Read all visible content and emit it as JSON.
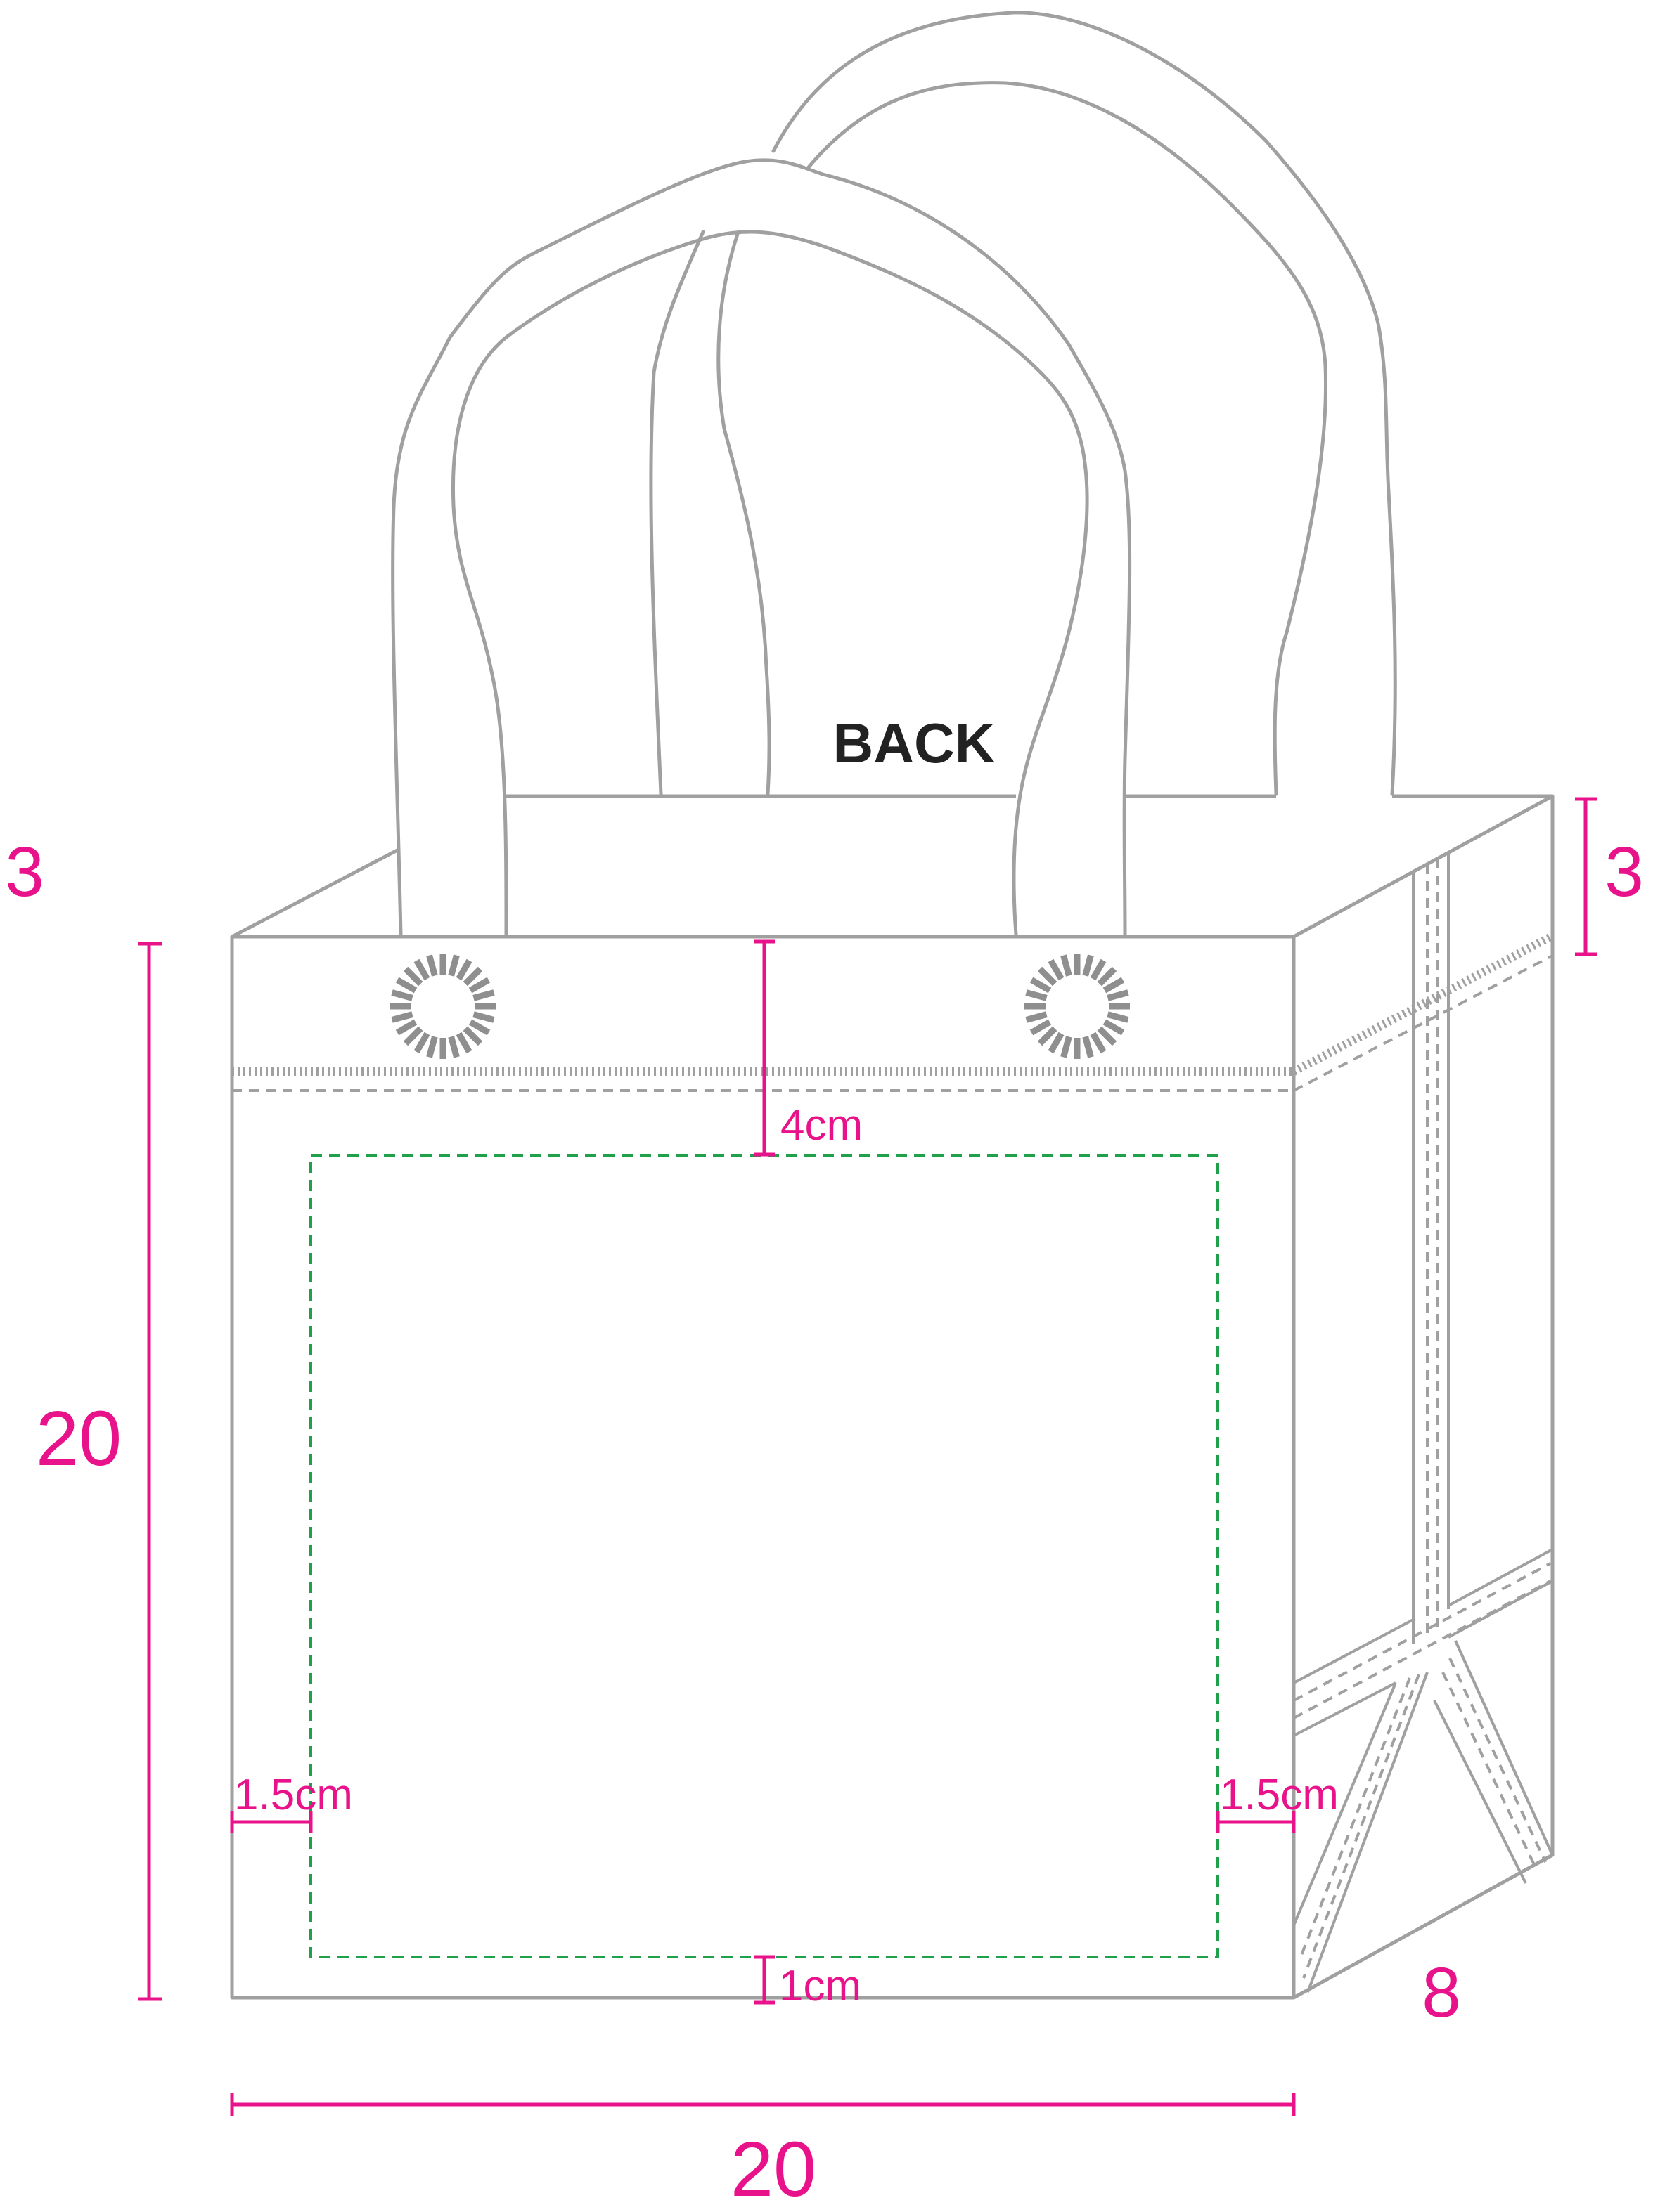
{
  "diagram": {
    "side_label": "BACK",
    "dimensions": {
      "front_height": "20",
      "front_width": "20",
      "top_band_left": "3",
      "top_band_right": "3",
      "depth": "8"
    },
    "print_margins": {
      "top": "4cm",
      "left": "1.5cm",
      "right": "1.5cm",
      "bottom": "1cm"
    },
    "colors": {
      "outline": "#a0a0a0",
      "dimension": "#e8138a",
      "print_area": "#1fa04a",
      "label": "#222222"
    }
  }
}
